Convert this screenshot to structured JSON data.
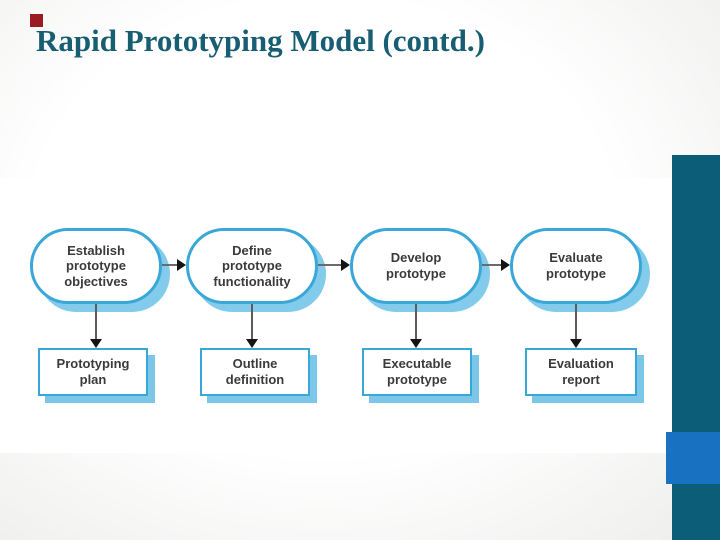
{
  "slide": {
    "title": "Rapid Prototyping Model (contd.)",
    "title_color": "#175e73",
    "accent_square_color": "#9b1c20",
    "sidebar_color": "#0c5e78",
    "sidebar_accent_color": "#1971c2",
    "background_color": "#ffffff"
  },
  "diagram": {
    "shape_border_color": "#3aa7d9",
    "shape_shadow_color": "#82cbea",
    "text_color": "#3b3b3b",
    "arrow_color": "#141414",
    "flow_direction": "left-to-right",
    "stages": [
      {
        "label": "Establish prototype objectives",
        "output": "Prototyping plan"
      },
      {
        "label": "Define prototype functionality",
        "output": "Outline definition"
      },
      {
        "label": "Develop prototype",
        "output": "Executable prototype"
      },
      {
        "label": "Evaluate prototype",
        "output": "Evaluation report"
      }
    ]
  }
}
